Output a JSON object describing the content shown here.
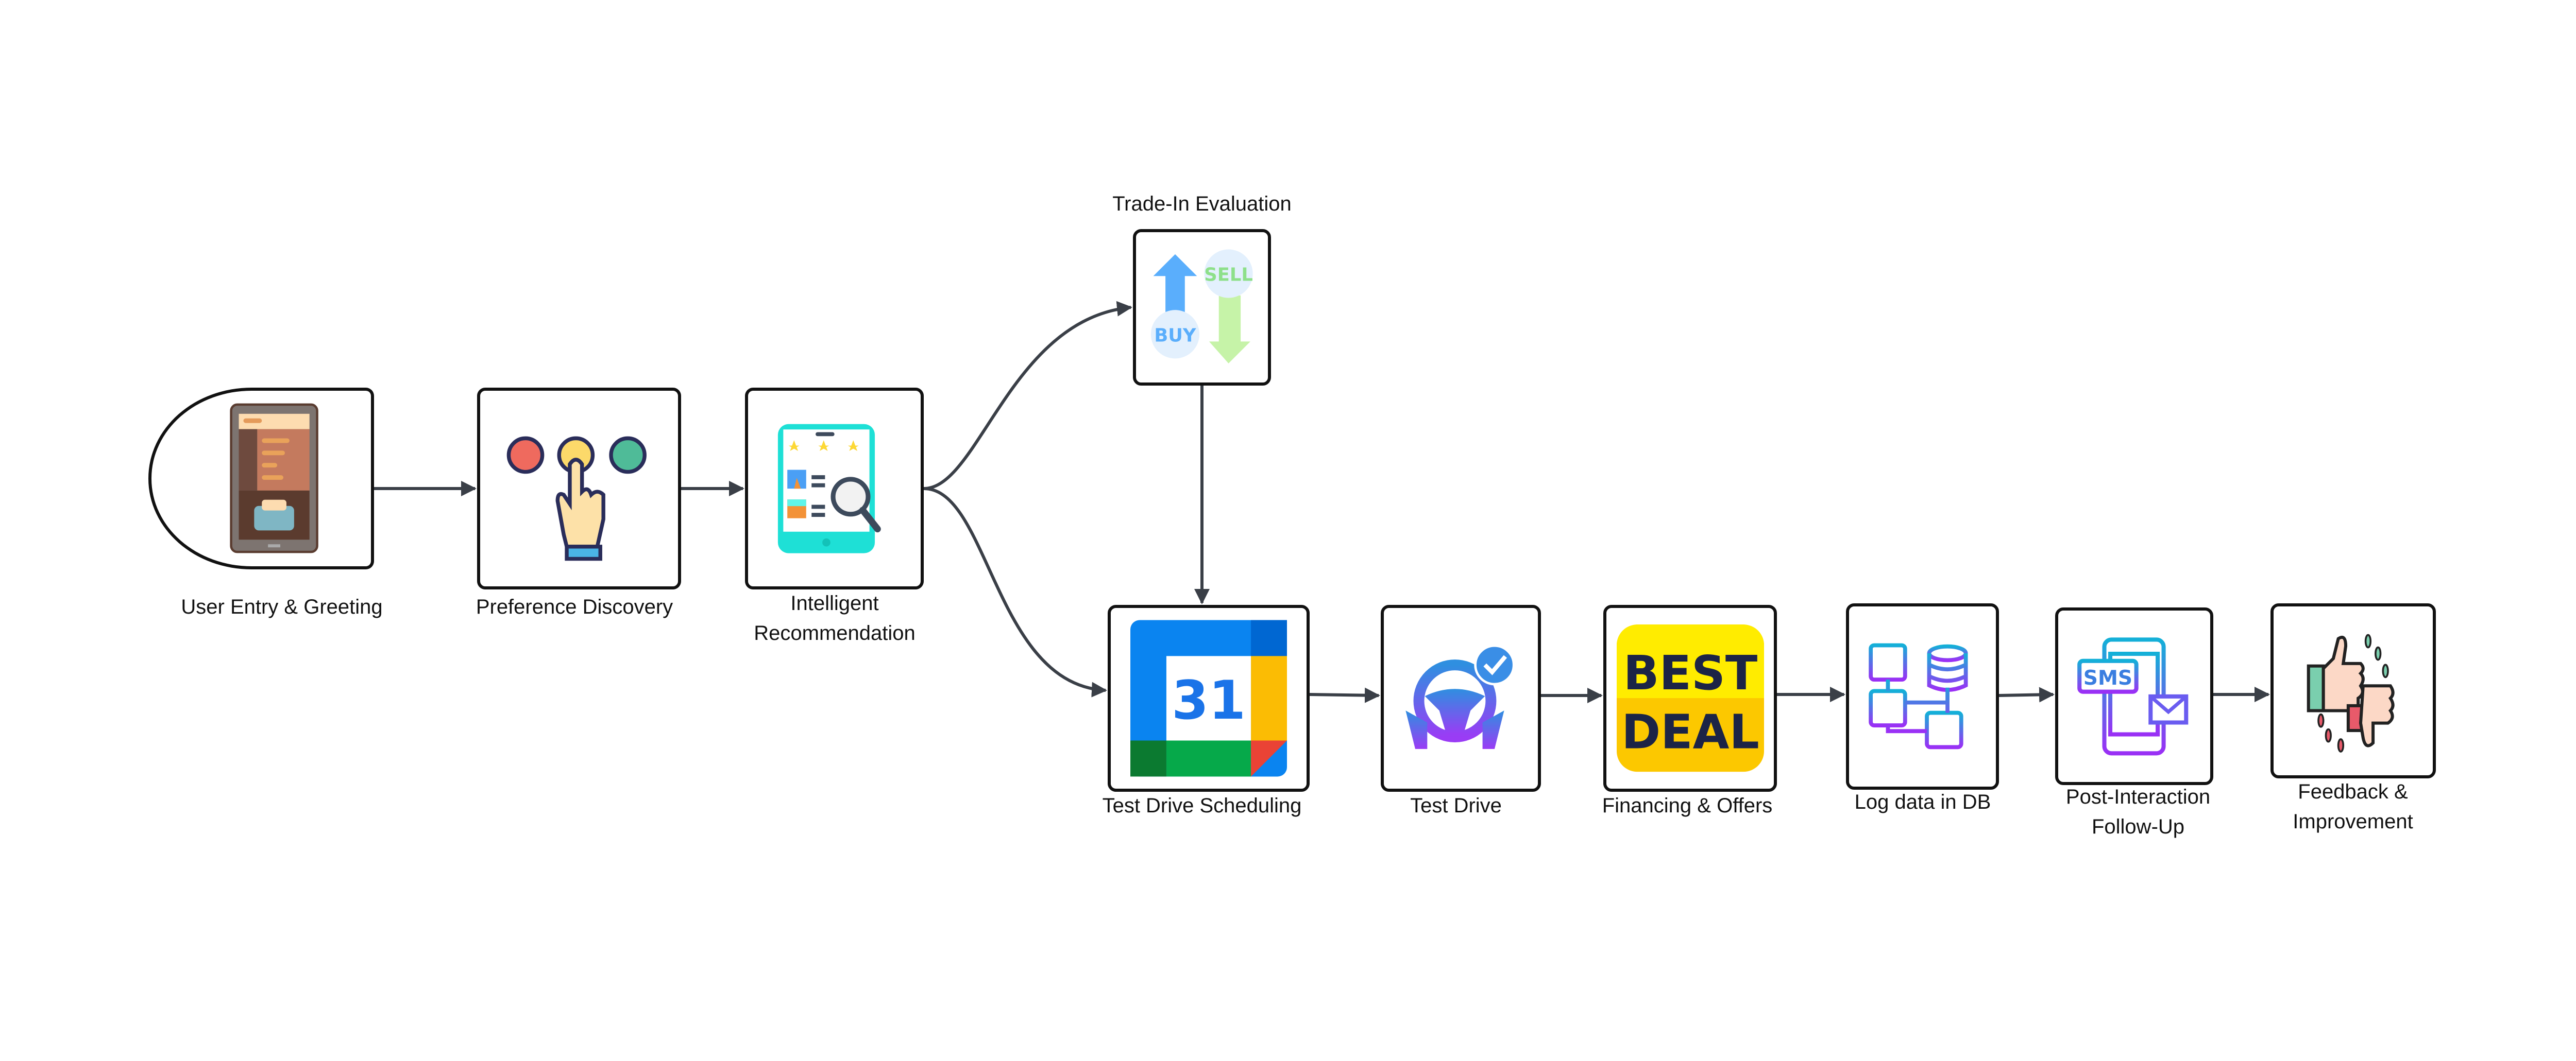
{
  "diagram": {
    "edge_color": "#3a3f47",
    "nodes": [
      {
        "id": "user-entry",
        "label": "User Entry & Greeting",
        "icon": "tablet-car-icon"
      },
      {
        "id": "preference",
        "label": "Preference Discovery",
        "icon": "hand-select-icon"
      },
      {
        "id": "recommendation",
        "label_lines": [
          "Intelligent",
          "Recommendation"
        ],
        "icon": "phone-review-search-icon"
      },
      {
        "id": "trade-in",
        "label": "Trade-In Evaluation",
        "icon": "buy-sell-icon",
        "icon_text": [
          "BUY",
          "SELL"
        ]
      },
      {
        "id": "scheduling",
        "label": "Test Drive Scheduling",
        "icon": "calendar-icon",
        "icon_text": "31"
      },
      {
        "id": "test-drive",
        "label": "Test Drive",
        "icon": "steering-wheel-check-icon"
      },
      {
        "id": "financing",
        "label": "Financing & Offers",
        "icon": "best-deal-icon",
        "icon_text": [
          "BEST",
          "DEAL"
        ]
      },
      {
        "id": "log-db",
        "label": "Log data in DB",
        "icon": "database-icon"
      },
      {
        "id": "follow-up",
        "label_lines": [
          "Post-Interaction",
          "Follow-Up"
        ],
        "icon": "sms-phone-icon",
        "icon_text": "SMS"
      },
      {
        "id": "feedback",
        "label_lines": [
          "Feedback &",
          "Improvement"
        ],
        "icon": "thumbs-up-down-icon"
      }
    ],
    "edges": [
      [
        "user-entry",
        "preference"
      ],
      [
        "preference",
        "recommendation"
      ],
      [
        "recommendation",
        "trade-in"
      ],
      [
        "recommendation",
        "scheduling"
      ],
      [
        "trade-in",
        "scheduling"
      ],
      [
        "scheduling",
        "test-drive"
      ],
      [
        "test-drive",
        "financing"
      ],
      [
        "financing",
        "log-db"
      ],
      [
        "log-db",
        "follow-up"
      ],
      [
        "follow-up",
        "feedback"
      ]
    ]
  }
}
